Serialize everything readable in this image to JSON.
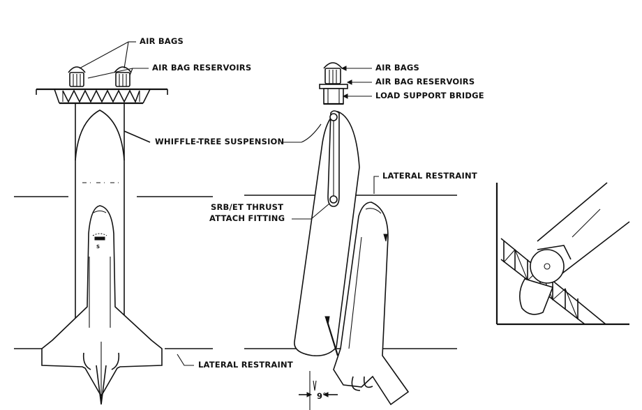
{
  "left_view": {
    "labels": {
      "air_bags": "AIR BAGS",
      "air_bag_reservoirs": "AIR BAG RESERVOIRS",
      "whiffle_tree": "WHIFFLE-TREE SUSPENSION",
      "lateral_restraint": "LATERAL RESTRAINT"
    }
  },
  "side_view": {
    "labels": {
      "air_bags": "AIR BAGS",
      "air_bag_reservoirs": "AIR BAG RESERVOIRS",
      "load_support_bridge": "LOAD SUPPORT BRIDGE",
      "lateral_restraint": "LATERAL RESTRAINT",
      "srb_et_line1": "SRB/ET THRUST",
      "srb_et_line2": "ATTACH FITTING",
      "angle": "9°"
    }
  }
}
